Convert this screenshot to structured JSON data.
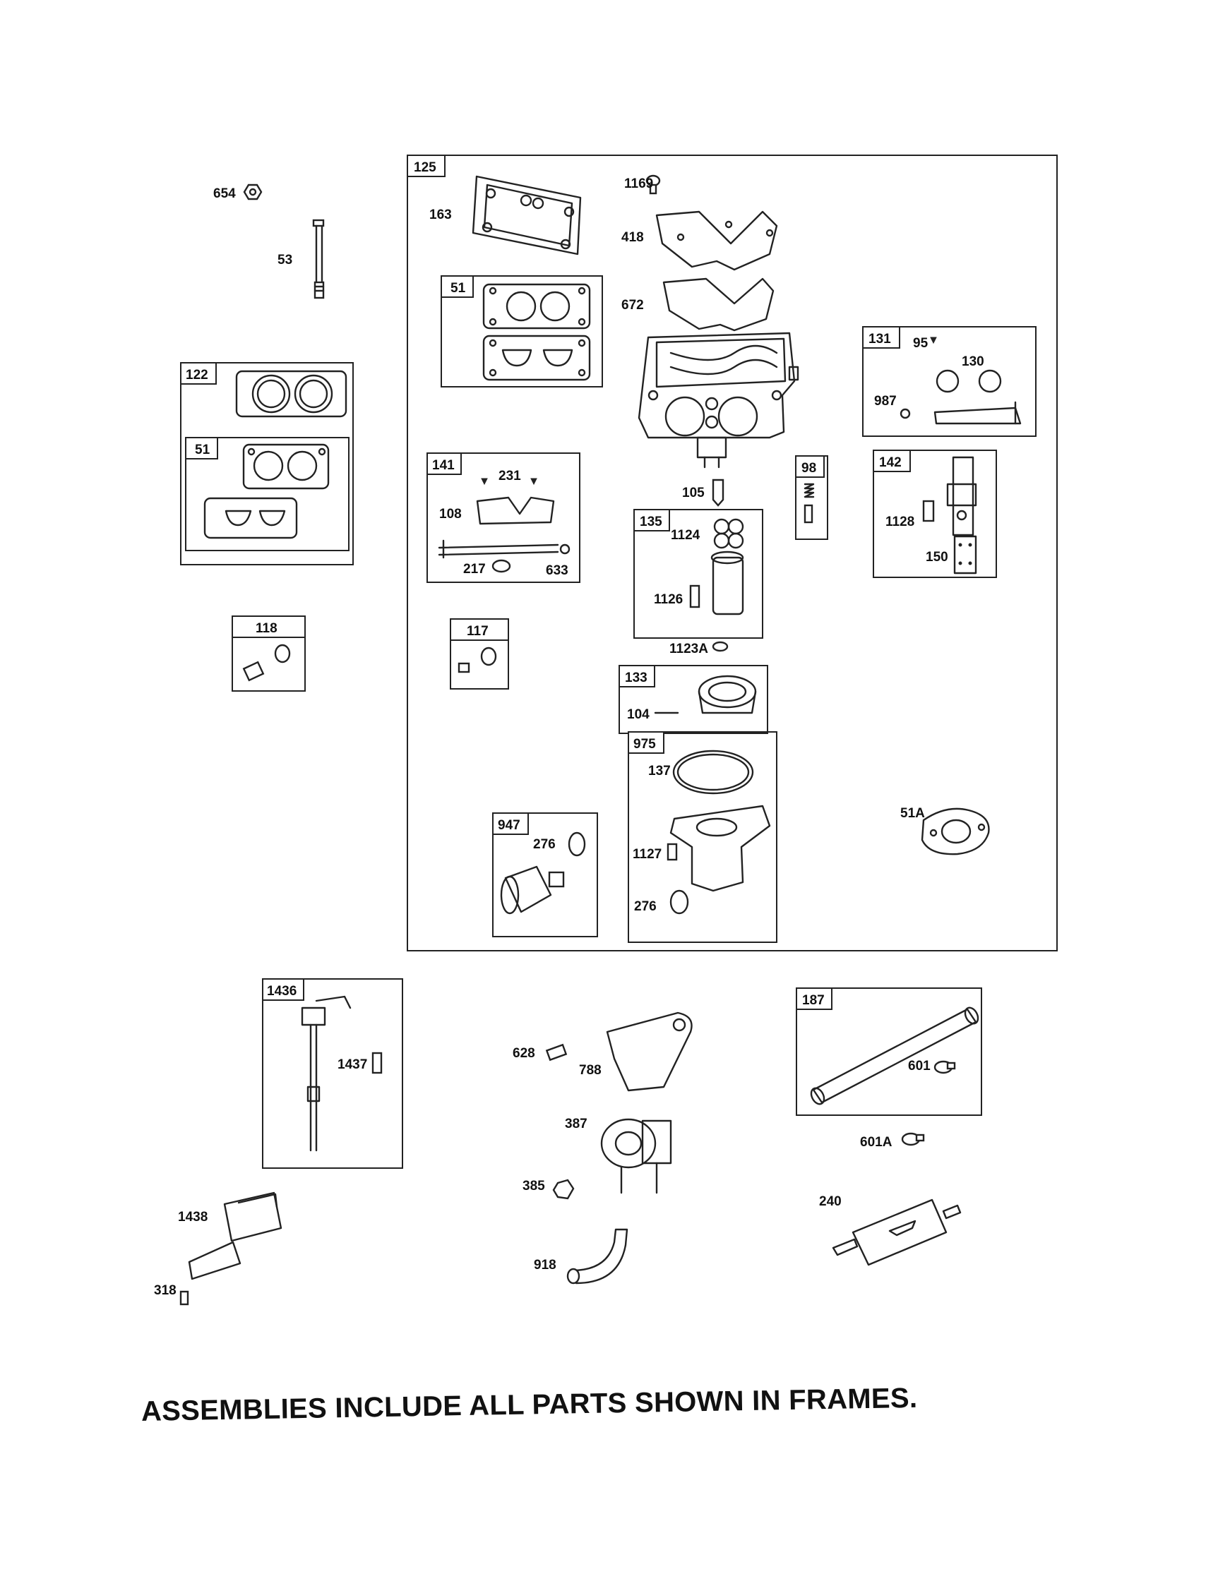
{
  "frames": {
    "f125": "125",
    "f51a": "51",
    "f122": "122",
    "f51b": "51",
    "f131": "131",
    "f141": "141",
    "f98": "98",
    "f142": "142",
    "f135": "135",
    "f118": "118",
    "f117": "117",
    "f133": "133",
    "f975": "975",
    "f947": "947",
    "f1436": "1436",
    "f187": "187"
  },
  "parts": {
    "p654": "654",
    "p53": "53",
    "p163": "163",
    "p1169": "1169",
    "p418": "418",
    "p672": "672",
    "p95": "95",
    "p130": "130",
    "p987": "987",
    "p231": "231",
    "p108": "108",
    "p217": "217",
    "p633": "633",
    "p105": "105",
    "p1124": "1124",
    "p1126": "1126",
    "p1128": "1128",
    "p150": "150",
    "p1123A": "1123A",
    "p104": "104",
    "p137": "137",
    "p1127": "1127",
    "p276a": "276",
    "p276b": "276",
    "p51A": "51A",
    "p1437": "1437",
    "p628": "628",
    "p788": "788",
    "p387": "387",
    "p385": "385",
    "p918": "918",
    "p601": "601",
    "p601A": "601A",
    "p240": "240",
    "p1438": "1438",
    "p318": "318"
  },
  "footer": "ASSEMBLIES INCLUDE ALL PARTS SHOWN IN FRAMES."
}
